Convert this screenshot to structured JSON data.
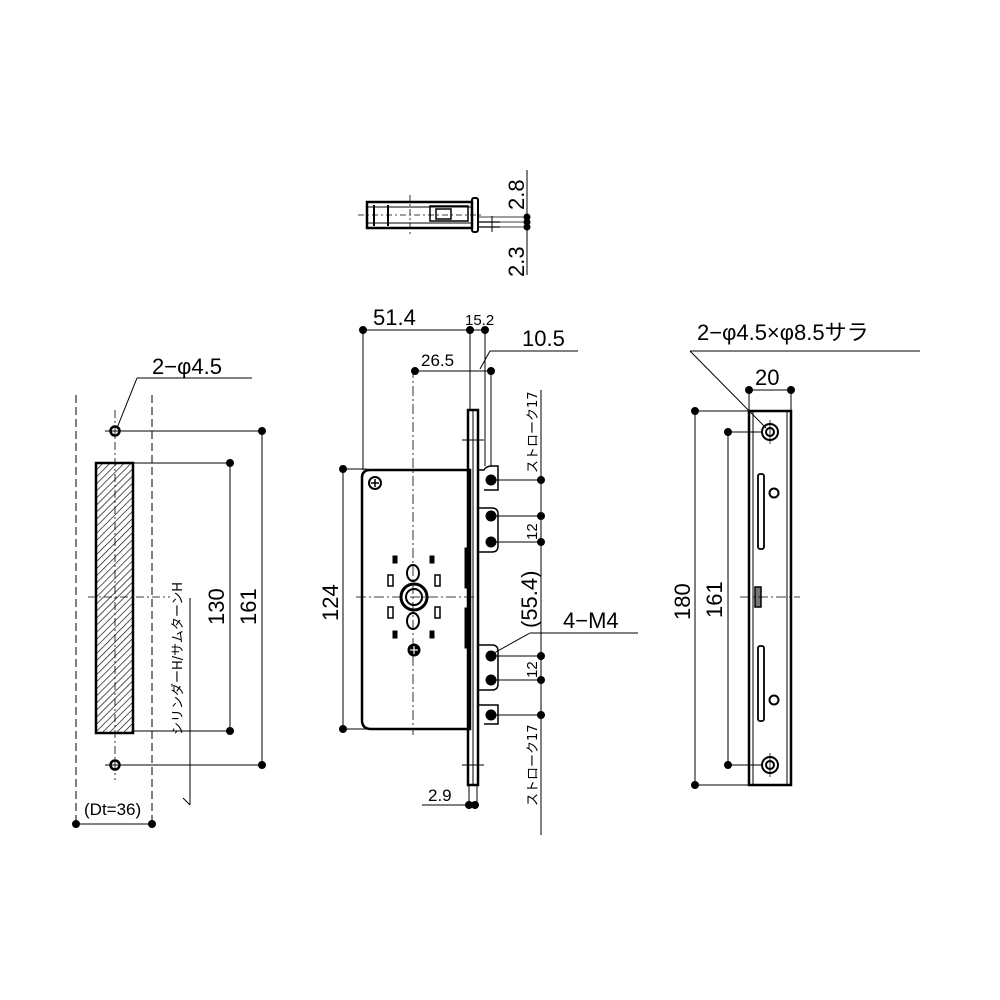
{
  "drawing": {
    "type": "technical-drawing",
    "subject": "mortise lock body dimension drawing",
    "views": {
      "top_view": {
        "dims": {
          "upper": "2.8",
          "lower": "2.3"
        }
      },
      "side_view": {
        "hole_note": "2−φ4.5",
        "dims": {
          "inner_height": "130",
          "outer_height": "161",
          "backset": "(Dt=36)"
        },
        "vertical_label": "シリンダーH/サムターンH"
      },
      "front_view": {
        "dims": {
          "body_width": "51.4",
          "faceplate_offset": "15.2",
          "faceplate_thickness": "10.5",
          "center_offset": "26.5",
          "body_height": "124",
          "hole_spacing_upper": "12",
          "hole_spacing_lower": "12",
          "center_distance": "(55.4)",
          "screw_note": "4−M4",
          "plate_thickness": "2.9"
        },
        "stroke_label_upper": "ストローク17",
        "stroke_label_lower": "ストローク17"
      },
      "faceplate_view": {
        "hole_note": "2−φ4.5×φ8.5サラ",
        "dims": {
          "width": "20",
          "total_height": "180",
          "hole_pitch": "161"
        }
      }
    }
  }
}
